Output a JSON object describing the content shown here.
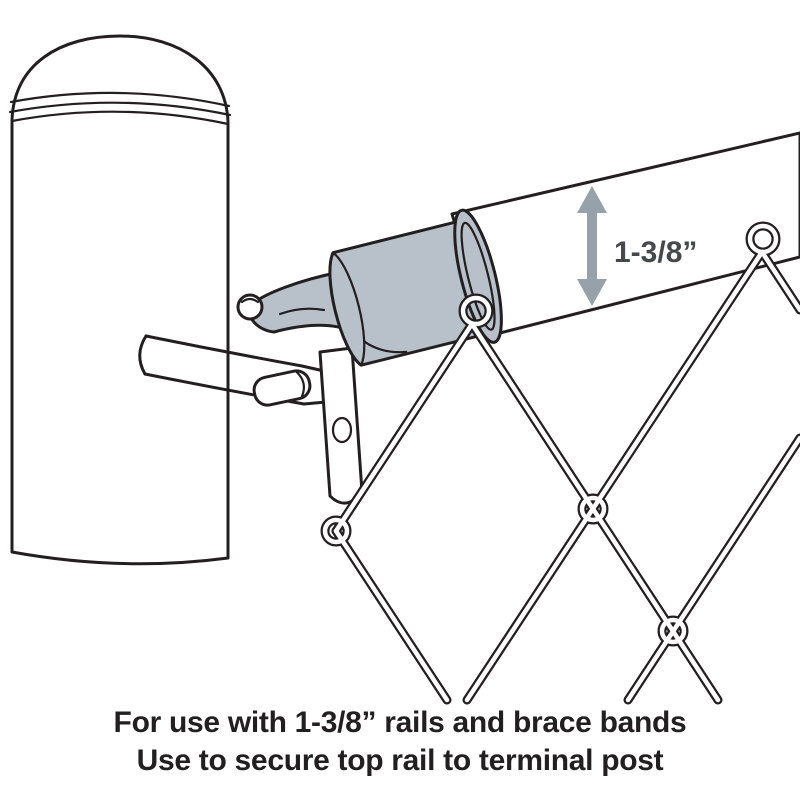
{
  "colors": {
    "background": "#ffffff",
    "outline": "#231f20",
    "fitting-gray": "#b8c1c9",
    "arrow-gray": "#97a1a9",
    "caption-text": "#221f20",
    "dimension-text": "#45494d"
  },
  "dimension": {
    "label": "1-3/8”"
  },
  "caption": {
    "line1": "For use with 1-3/8” rails and brace bands",
    "line2": "Use to secure top rail to terminal post"
  }
}
